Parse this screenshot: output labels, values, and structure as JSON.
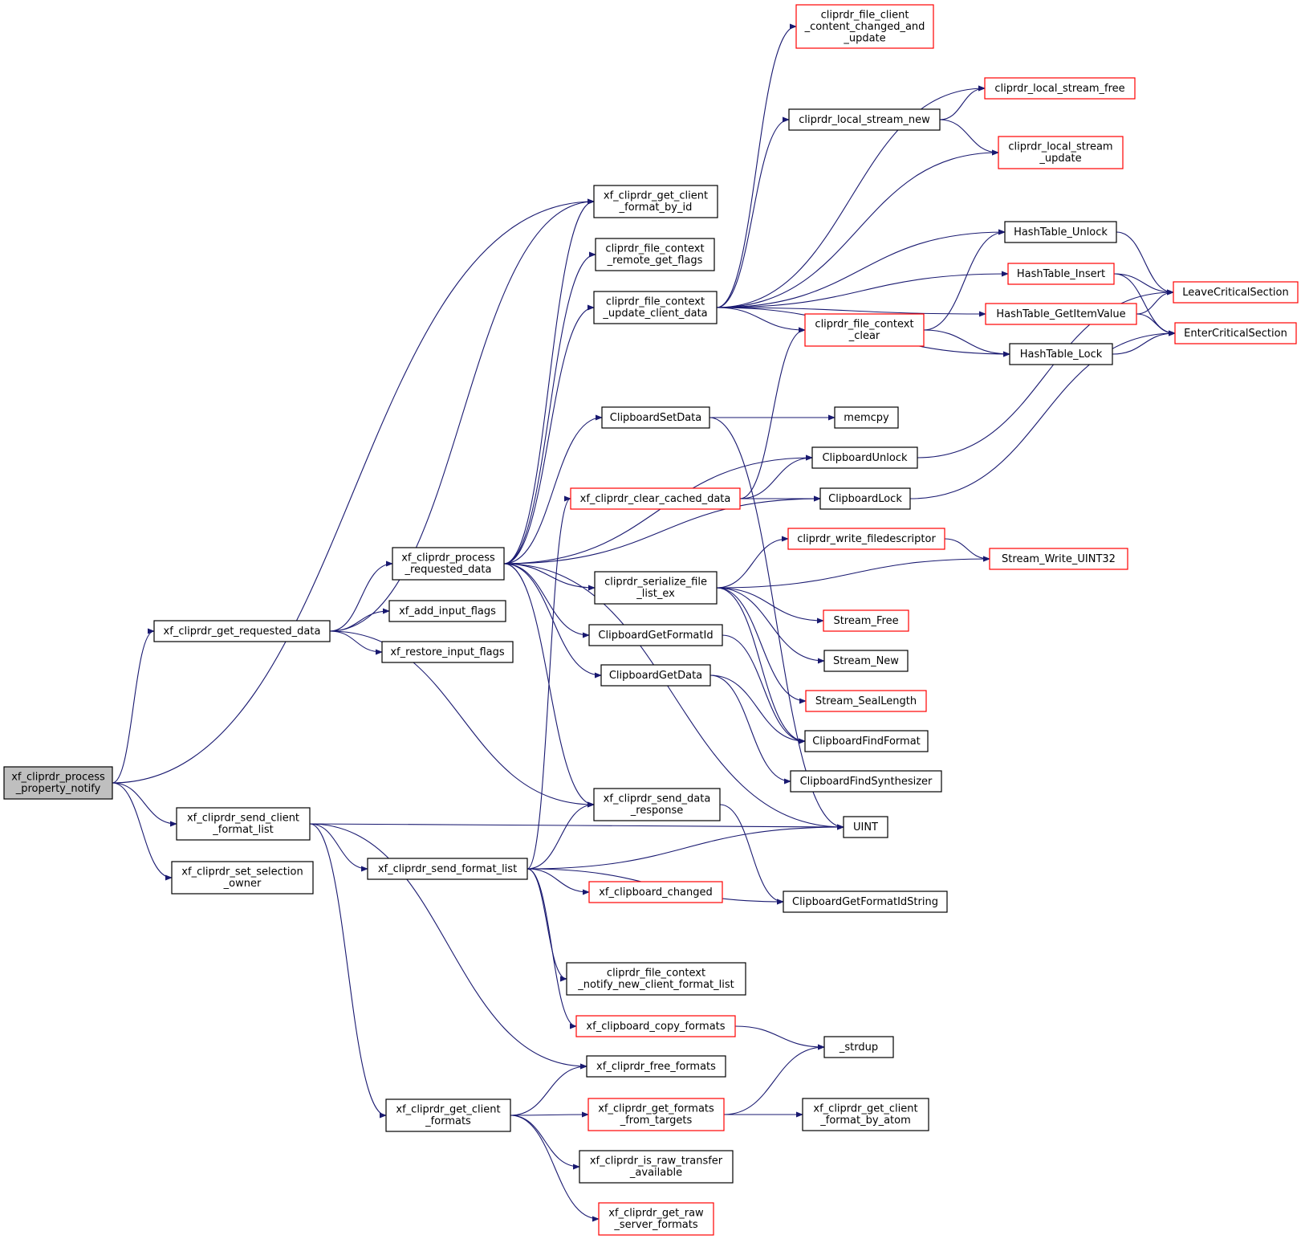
{
  "colors": {
    "edge": "#191970",
    "border_normal": "#000000",
    "border_truncated": "#ff0000",
    "root_fill": "#bfbfbf",
    "node_fill": "#ffffff"
  },
  "nodes": [
    {
      "id": "root",
      "lines": [
        "xf_cliprdr_process",
        "_property_notify"
      ],
      "kind": "root"
    },
    {
      "id": "get_requested_data",
      "lines": [
        "xf_cliprdr_get_requested_data"
      ],
      "kind": "normal"
    },
    {
      "id": "send_client_format_list",
      "lines": [
        "xf_cliprdr_send_client",
        "_format_list"
      ],
      "kind": "normal"
    },
    {
      "id": "set_selection_owner",
      "lines": [
        "xf_cliprdr_set_selection",
        "_owner"
      ],
      "kind": "normal"
    },
    {
      "id": "process_requested_data",
      "lines": [
        "xf_cliprdr_process",
        "_requested_data"
      ],
      "kind": "normal"
    },
    {
      "id": "add_input_flags",
      "lines": [
        "xf_add_input_flags"
      ],
      "kind": "normal"
    },
    {
      "id": "restore_input_flags",
      "lines": [
        "xf_restore_input_flags"
      ],
      "kind": "normal"
    },
    {
      "id": "send_format_list",
      "lines": [
        "xf_cliprdr_send_format_list"
      ],
      "kind": "normal"
    },
    {
      "id": "get_client_formats",
      "lines": [
        "xf_cliprdr_get_client",
        "_formats"
      ],
      "kind": "normal"
    },
    {
      "id": "get_client_format_by_id",
      "lines": [
        "xf_cliprdr_get_client",
        "_format_by_id"
      ],
      "kind": "normal"
    },
    {
      "id": "file_context_remote_get_flags",
      "lines": [
        "cliprdr_file_context",
        "_remote_get_flags"
      ],
      "kind": "normal"
    },
    {
      "id": "file_context_update_client_data",
      "lines": [
        "cliprdr_file_context",
        "_update_client_data"
      ],
      "kind": "normal"
    },
    {
      "id": "ClipboardSetData",
      "lines": [
        "ClipboardSetData"
      ],
      "kind": "normal"
    },
    {
      "id": "clear_cached_data",
      "lines": [
        "xf_cliprdr_clear_cached_data"
      ],
      "kind": "truncated"
    },
    {
      "id": "serialize_file_list_ex",
      "lines": [
        "cliprdr_serialize_file",
        "_list_ex"
      ],
      "kind": "normal"
    },
    {
      "id": "ClipboardGetFormatId",
      "lines": [
        "ClipboardGetFormatId"
      ],
      "kind": "normal"
    },
    {
      "id": "ClipboardGetData",
      "lines": [
        "ClipboardGetData"
      ],
      "kind": "normal"
    },
    {
      "id": "send_data_response",
      "lines": [
        "xf_cliprdr_send_data",
        "_response"
      ],
      "kind": "normal"
    },
    {
      "id": "clipboard_changed",
      "lines": [
        "xf_clipboard_changed"
      ],
      "kind": "truncated"
    },
    {
      "id": "notify_new_client_format_list",
      "lines": [
        "cliprdr_file_context",
        "_notify_new_client_format_list"
      ],
      "kind": "normal"
    },
    {
      "id": "clipboard_copy_formats",
      "lines": [
        "xf_clipboard_copy_formats"
      ],
      "kind": "truncated"
    },
    {
      "id": "free_formats",
      "lines": [
        "xf_cliprdr_free_formats"
      ],
      "kind": "normal"
    },
    {
      "id": "get_formats_from_targets",
      "lines": [
        "xf_cliprdr_get_formats",
        "_from_targets"
      ],
      "kind": "truncated"
    },
    {
      "id": "is_raw_transfer_available",
      "lines": [
        "xf_cliprdr_is_raw_transfer",
        "_available"
      ],
      "kind": "normal"
    },
    {
      "id": "get_raw_server_formats",
      "lines": [
        "xf_cliprdr_get_raw",
        "_server_formats"
      ],
      "kind": "truncated"
    },
    {
      "id": "file_client_content_changed",
      "lines": [
        "cliprdr_file_client",
        "_content_changed_and",
        "_update"
      ],
      "kind": "truncated"
    },
    {
      "id": "local_stream_new",
      "lines": [
        "cliprdr_local_stream_new"
      ],
      "kind": "normal"
    },
    {
      "id": "local_stream_free",
      "lines": [
        "cliprdr_local_stream_free"
      ],
      "kind": "truncated"
    },
    {
      "id": "local_stream_update",
      "lines": [
        "cliprdr_local_stream",
        "_update"
      ],
      "kind": "truncated"
    },
    {
      "id": "HashTable_Unlock",
      "lines": [
        "HashTable_Unlock"
      ],
      "kind": "normal"
    },
    {
      "id": "HashTable_Insert",
      "lines": [
        "HashTable_Insert"
      ],
      "kind": "truncated"
    },
    {
      "id": "HashTable_GetItemValue",
      "lines": [
        "HashTable_GetItemValue"
      ],
      "kind": "truncated"
    },
    {
      "id": "file_context_clear",
      "lines": [
        "cliprdr_file_context",
        "_clear"
      ],
      "kind": "truncated"
    },
    {
      "id": "HashTable_Lock",
      "lines": [
        "HashTable_Lock"
      ],
      "kind": "normal"
    },
    {
      "id": "LeaveCriticalSection",
      "lines": [
        "LeaveCriticalSection"
      ],
      "kind": "truncated"
    },
    {
      "id": "EnterCriticalSection",
      "lines": [
        "EnterCriticalSection"
      ],
      "kind": "truncated"
    },
    {
      "id": "memcpy",
      "lines": [
        "memcpy"
      ],
      "kind": "normal"
    },
    {
      "id": "ClipboardUnlock",
      "lines": [
        "ClipboardUnlock"
      ],
      "kind": "normal"
    },
    {
      "id": "ClipboardLock",
      "lines": [
        "ClipboardLock"
      ],
      "kind": "normal"
    },
    {
      "id": "write_filedescriptor",
      "lines": [
        "cliprdr_write_filedescriptor"
      ],
      "kind": "truncated"
    },
    {
      "id": "Stream_Write_UINT32",
      "lines": [
        "Stream_Write_UINT32"
      ],
      "kind": "truncated"
    },
    {
      "id": "Stream_Free",
      "lines": [
        "Stream_Free"
      ],
      "kind": "truncated"
    },
    {
      "id": "Stream_New",
      "lines": [
        "Stream_New"
      ],
      "kind": "normal"
    },
    {
      "id": "Stream_SealLength",
      "lines": [
        "Stream_SealLength"
      ],
      "kind": "truncated"
    },
    {
      "id": "ClipboardFindFormat",
      "lines": [
        "ClipboardFindFormat"
      ],
      "kind": "normal"
    },
    {
      "id": "ClipboardFindSynthesizer",
      "lines": [
        "ClipboardFindSynthesizer"
      ],
      "kind": "normal"
    },
    {
      "id": "UINT",
      "lines": [
        "UINT"
      ],
      "kind": "normal"
    },
    {
      "id": "ClipboardGetFormatIdString",
      "lines": [
        "ClipboardGetFormatIdString"
      ],
      "kind": "normal"
    },
    {
      "id": "strdup",
      "lines": [
        "_strdup"
      ],
      "kind": "normal"
    },
    {
      "id": "get_client_format_by_atom",
      "lines": [
        "xf_cliprdr_get_client",
        "_format_by_atom"
      ],
      "kind": "normal"
    }
  ],
  "edges": [
    [
      "root",
      "get_client_format_by_id"
    ],
    [
      "root",
      "get_requested_data"
    ],
    [
      "root",
      "send_client_format_list"
    ],
    [
      "root",
      "set_selection_owner"
    ],
    [
      "get_requested_data",
      "get_client_format_by_id"
    ],
    [
      "get_requested_data",
      "process_requested_data"
    ],
    [
      "get_requested_data",
      "add_input_flags"
    ],
    [
      "get_requested_data",
      "restore_input_flags"
    ],
    [
      "get_requested_data",
      "send_data_response"
    ],
    [
      "send_client_format_list",
      "UINT"
    ],
    [
      "send_client_format_list",
      "send_format_list"
    ],
    [
      "send_client_format_list",
      "free_formats"
    ],
    [
      "send_client_format_list",
      "get_client_formats"
    ],
    [
      "process_requested_data",
      "get_client_format_by_id"
    ],
    [
      "process_requested_data",
      "file_context_remote_get_flags"
    ],
    [
      "process_requested_data",
      "file_context_update_client_data"
    ],
    [
      "process_requested_data",
      "ClipboardSetData"
    ],
    [
      "process_requested_data",
      "ClipboardUnlock"
    ],
    [
      "process_requested_data",
      "ClipboardLock"
    ],
    [
      "process_requested_data",
      "serialize_file_list_ex"
    ],
    [
      "process_requested_data",
      "ClipboardGetFormatId"
    ],
    [
      "process_requested_data",
      "ClipboardGetData"
    ],
    [
      "process_requested_data",
      "send_data_response"
    ],
    [
      "process_requested_data",
      "UINT"
    ],
    [
      "send_format_list",
      "clear_cached_data"
    ],
    [
      "send_format_list",
      "send_data_response"
    ],
    [
      "send_format_list",
      "UINT"
    ],
    [
      "send_format_list",
      "clipboard_changed"
    ],
    [
      "send_format_list",
      "ClipboardGetFormatIdString"
    ],
    [
      "send_format_list",
      "notify_new_client_format_list"
    ],
    [
      "send_format_list",
      "clipboard_copy_formats"
    ],
    [
      "get_client_formats",
      "free_formats"
    ],
    [
      "get_client_formats",
      "get_formats_from_targets"
    ],
    [
      "get_client_formats",
      "is_raw_transfer_available"
    ],
    [
      "get_client_formats",
      "get_raw_server_formats"
    ],
    [
      "file_context_update_client_data",
      "file_client_content_changed"
    ],
    [
      "file_context_update_client_data",
      "local_stream_free"
    ],
    [
      "file_context_update_client_data",
      "local_stream_new"
    ],
    [
      "file_context_update_client_data",
      "local_stream_update"
    ],
    [
      "file_context_update_client_data",
      "HashTable_Unlock"
    ],
    [
      "file_context_update_client_data",
      "HashTable_Insert"
    ],
    [
      "file_context_update_client_data",
      "HashTable_GetItemValue"
    ],
    [
      "file_context_update_client_data",
      "file_context_clear"
    ],
    [
      "file_context_update_client_data",
      "HashTable_Lock"
    ],
    [
      "local_stream_new",
      "local_stream_free"
    ],
    [
      "local_stream_new",
      "local_stream_update"
    ],
    [
      "HashTable_Unlock",
      "LeaveCriticalSection"
    ],
    [
      "HashTable_Insert",
      "LeaveCriticalSection"
    ],
    [
      "HashTable_Insert",
      "EnterCriticalSection"
    ],
    [
      "HashTable_GetItemValue",
      "LeaveCriticalSection"
    ],
    [
      "HashTable_GetItemValue",
      "EnterCriticalSection"
    ],
    [
      "file_context_clear",
      "HashTable_Unlock"
    ],
    [
      "file_context_clear",
      "HashTable_Lock"
    ],
    [
      "HashTable_Lock",
      "EnterCriticalSection"
    ],
    [
      "ClipboardSetData",
      "memcpy"
    ],
    [
      "ClipboardSetData",
      "UINT"
    ],
    [
      "clear_cached_data",
      "file_context_clear"
    ],
    [
      "clear_cached_data",
      "ClipboardUnlock"
    ],
    [
      "clear_cached_data",
      "ClipboardLock"
    ],
    [
      "ClipboardUnlock",
      "LeaveCriticalSection"
    ],
    [
      "ClipboardLock",
      "EnterCriticalSection"
    ],
    [
      "serialize_file_list_ex",
      "write_filedescriptor"
    ],
    [
      "serialize_file_list_ex",
      "Stream_Write_UINT32"
    ],
    [
      "serialize_file_list_ex",
      "Stream_Free"
    ],
    [
      "serialize_file_list_ex",
      "Stream_New"
    ],
    [
      "serialize_file_list_ex",
      "Stream_SealLength"
    ],
    [
      "serialize_file_list_ex",
      "ClipboardFindFormat"
    ],
    [
      "write_filedescriptor",
      "Stream_Write_UINT32"
    ],
    [
      "ClipboardGetFormatId",
      "ClipboardFindFormat"
    ],
    [
      "ClipboardGetData",
      "ClipboardFindFormat"
    ],
    [
      "ClipboardGetData",
      "ClipboardFindSynthesizer"
    ],
    [
      "send_data_response",
      "ClipboardGetFormatIdString"
    ],
    [
      "clipboard_copy_formats",
      "strdup"
    ],
    [
      "get_formats_from_targets",
      "strdup"
    ],
    [
      "get_formats_from_targets",
      "get_client_format_by_atom"
    ]
  ]
}
